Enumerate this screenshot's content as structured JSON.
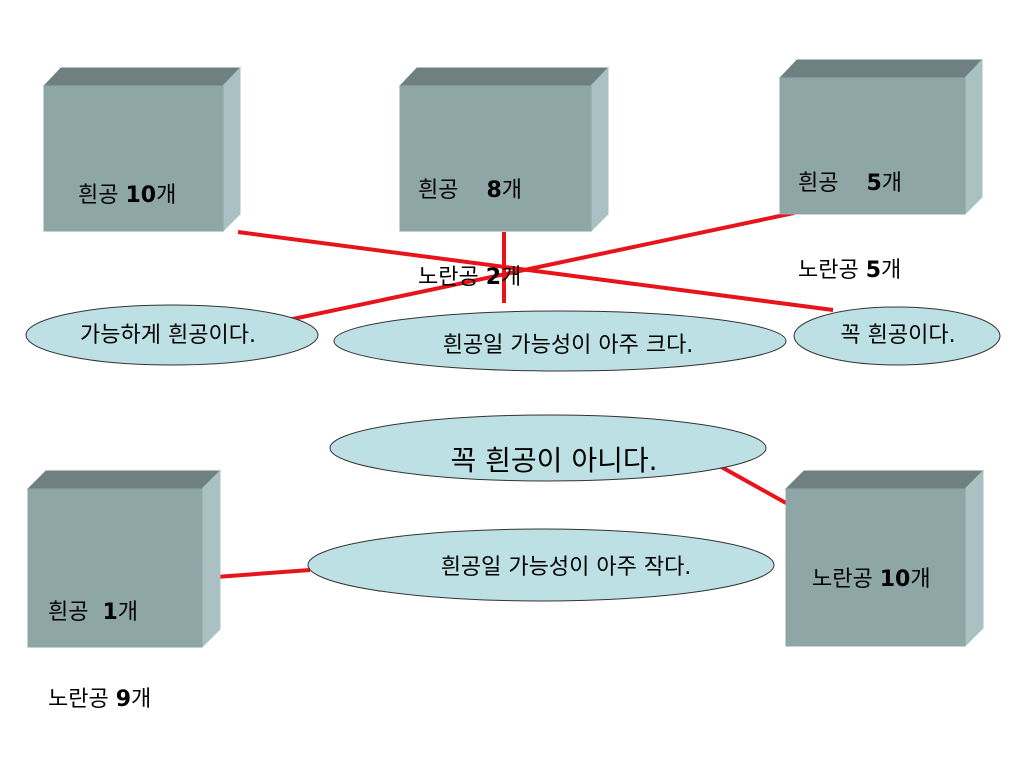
{
  "colors": {
    "box_front": "#8fa6a6",
    "box_top": "#6e8080",
    "box_side": "#a9c1c3",
    "ellipse_fill": "#bde0e4",
    "connector": "#e8141c"
  },
  "boxes": [
    {
      "lines": [
        {
          "label": "흰공 ",
          "count": "10",
          "unit": "개"
        }
      ]
    },
    {
      "lines": [
        {
          "label": "흰공    ",
          "count": "8",
          "unit": "개"
        },
        {
          "label": "노란공 ",
          "count": "2",
          "unit": "개"
        }
      ]
    },
    {
      "lines": [
        {
          "label": "흰공    ",
          "count": "5",
          "unit": "개"
        },
        {
          "label": "노란공 ",
          "count": "5",
          "unit": "개"
        }
      ]
    },
    {
      "lines": [
        {
          "label": "흰공  ",
          "count": "1",
          "unit": "개"
        },
        {
          "label": "노란공 ",
          "count": "9",
          "unit": "개"
        }
      ]
    },
    {
      "lines": [
        {
          "label": "노란공 ",
          "count": "10",
          "unit": "개"
        }
      ]
    }
  ],
  "ellipses": [
    {
      "text": "가능하게 흰공이다."
    },
    {
      "text": "흰공일 가능성이 아주 크다."
    },
    {
      "text": "꼭 흰공이다."
    },
    {
      "text": "꼭 흰공이 아니다."
    },
    {
      "text": "흰공일 가능성이 아주 작다."
    }
  ]
}
